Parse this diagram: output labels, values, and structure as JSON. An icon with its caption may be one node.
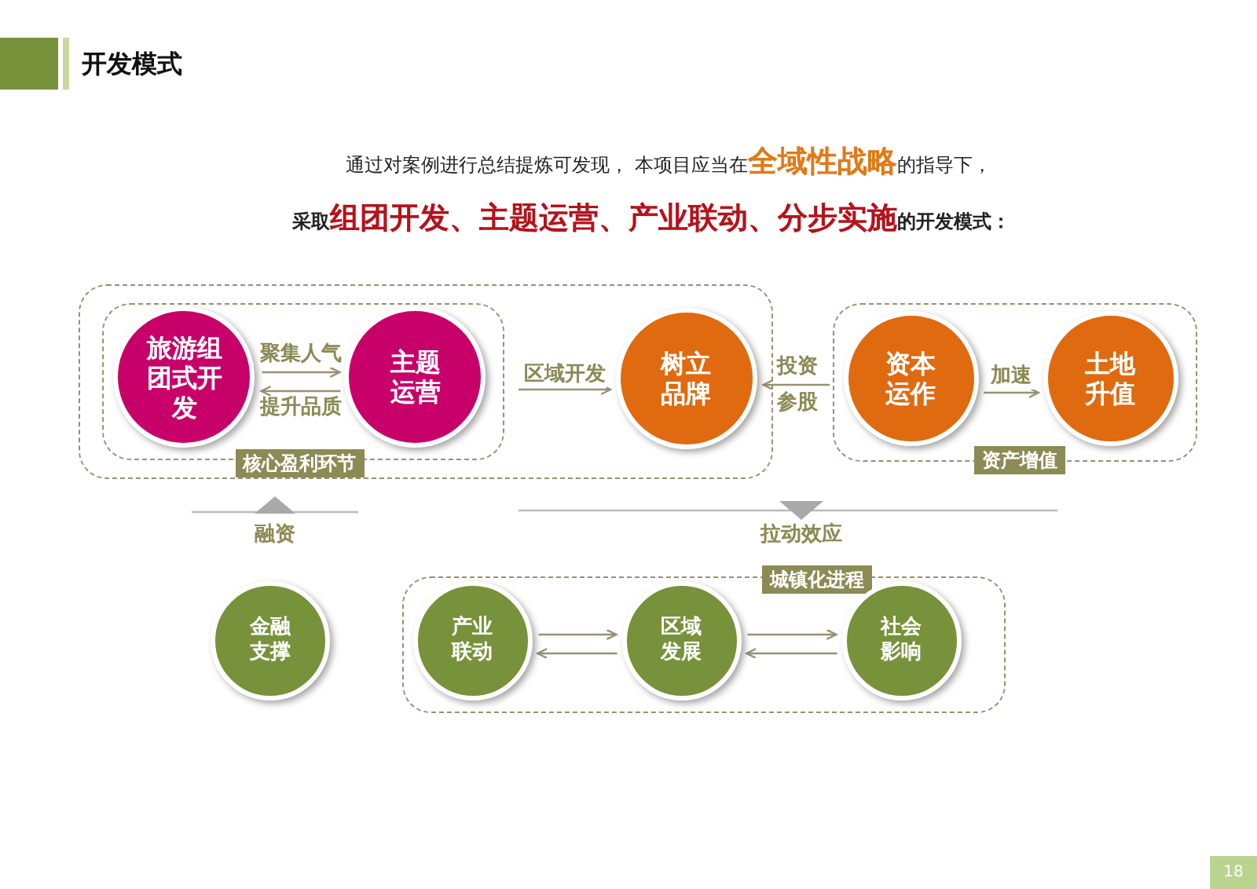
{
  "diagram": {
    "title": "开发模式",
    "nodes": [
      {
        "text": [],
        "shape": "box"
      },
      {
        "text": [
          "核心盈利环节"
        ],
        "in": 0
      },
      {
        "text": [
          "旅游组团式开发"
        ],
        "in": 1
      },
      {
        "text": [
          "主题运营"
        ],
        "in": 1
      },
      {
        "text": [
          "树立品牌"
        ],
        "in": 0
      },
      {
        "text": [
          "资产增值"
        ]
      },
      {
        "text": [
          "资本运作"
        ],
        "in": 5
      },
      {
        "text": [
          "土地升值"
        ],
        "in": 5
      },
      {
        "text": [
          "金融支撑"
        ]
      },
      {
        "text": [
          "城镇化进程"
        ]
      },
      {
        "text": [
          "产业联动"
        ],
        "in": 9
      },
      {
        "text": [
          "区域发展"
        ],
        "in": 9
      },
      {
        "text": [
          "社会影响"
        ],
        "in": 9
      }
    ],
    "edges": [
      {
        "from": 2,
        "to": 3,
        "arrow": "to",
        "label": "聚集人气"
      },
      {
        "from": 3,
        "to": 2,
        "arrow": "to",
        "label": "提升品质"
      },
      {
        "from": 1,
        "to": 4,
        "arrow": "to",
        "label": "区域开发"
      },
      {
        "from": 5,
        "to": 4,
        "arrow": "to",
        "label": "投资参股"
      },
      {
        "from": 6,
        "to": 7,
        "arrow": "to",
        "label": "加速"
      },
      {
        "from": 10,
        "to": 11,
        "arrow": "to"
      },
      {
        "from": 11,
        "to": 10,
        "arrow": "to"
      },
      {
        "from": 11,
        "to": 12,
        "arrow": "to"
      },
      {
        "from": 12,
        "to": 11,
        "arrow": "to"
      }
    ],
    "labels": [
      "通过对案例进行总结提炼可发现， 本项目应当在**全域性战略**的指导下，",
      "采取**组团开发、主题运营、产业联动、分步实施**的开发模式：",
      "融资",
      "拉动效应",
      "18"
    ]
  }
}
